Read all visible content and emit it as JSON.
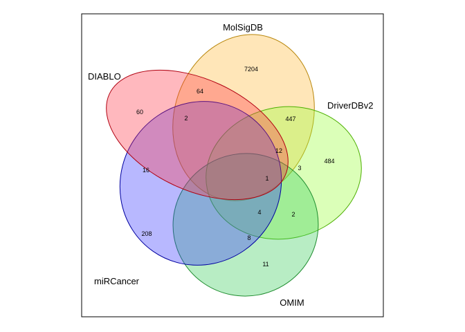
{
  "sets": [
    {
      "id": "molsigdb",
      "name": "MolSigDB",
      "fill": "#FFB833",
      "stroke": "#B8860B"
    },
    {
      "id": "driverdbv2",
      "name": "DriverDBv2",
      "fill": "#99FF33",
      "stroke": "#4CAF00"
    },
    {
      "id": "omim",
      "name": "OMIM",
      "fill": "#33CC55",
      "stroke": "#1E8C2E"
    },
    {
      "id": "mircancer",
      "name": "miRCancer",
      "fill": "#3333FF",
      "stroke": "#0000A0"
    },
    {
      "id": "diablo",
      "name": "DIABLO",
      "fill": "#FF3344",
      "stroke": "#B00010"
    }
  ],
  "regions": [
    {
      "id": "molsigdb-only",
      "value": "7204"
    },
    {
      "id": "driverdbv2-only",
      "value": "484"
    },
    {
      "id": "omim-only",
      "value": "11"
    },
    {
      "id": "mircancer-only",
      "value": "208"
    },
    {
      "id": "diablo-only",
      "value": "60"
    },
    {
      "id": "diablo-molsigdb",
      "value": "64"
    },
    {
      "id": "molsigdb-driverdbv2",
      "value": "447"
    },
    {
      "id": "driverdbv2-omim",
      "value": "2"
    },
    {
      "id": "omim-mircancer",
      "value": "8"
    },
    {
      "id": "mircancer-diablo",
      "value": "16"
    },
    {
      "id": "center-a",
      "value": "2"
    },
    {
      "id": "center-b",
      "value": "12"
    },
    {
      "id": "center-c",
      "value": "3"
    },
    {
      "id": "center-d",
      "value": "1"
    },
    {
      "id": "center-e",
      "value": "4"
    }
  ]
}
